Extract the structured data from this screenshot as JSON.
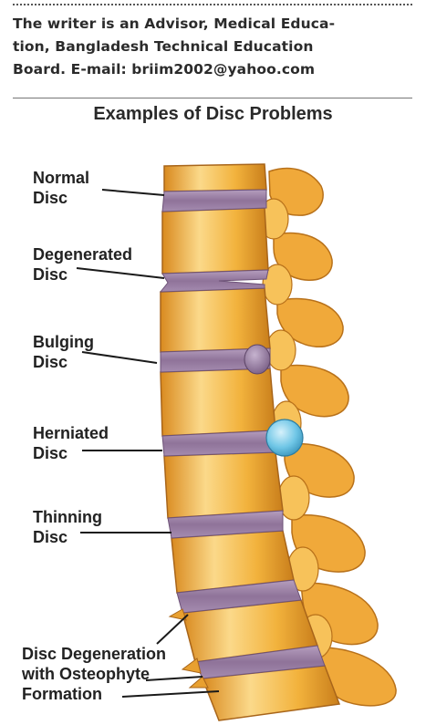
{
  "byline": {
    "line1": "The writer is an Advisor, Medical Educa-",
    "line2": "tion, Bangladesh Technical Education",
    "line3": "Board. E-mail: briim2002@yahoo.com"
  },
  "diagram": {
    "title": "Examples of Disc Problems",
    "labels": {
      "normal": [
        "Normal",
        "Disc"
      ],
      "degenerated": [
        "Degenerated",
        "Disc"
      ],
      "bulging": [
        "Bulging",
        "Disc"
      ],
      "herniated": [
        "Herniated",
        "Disc"
      ],
      "thinning": [
        "Thinning",
        "Disc"
      ],
      "osteophyte": [
        "Disc Degeneration",
        "with Osteophyte",
        "Formation"
      ]
    }
  },
  "colors": {
    "bone": "#f2b23c",
    "bone_light": "#fbd98a",
    "bone_dark": "#c97e1b",
    "disc": "#9a7fa6",
    "herniation": "#6fc6e6",
    "text": "#222222"
  }
}
